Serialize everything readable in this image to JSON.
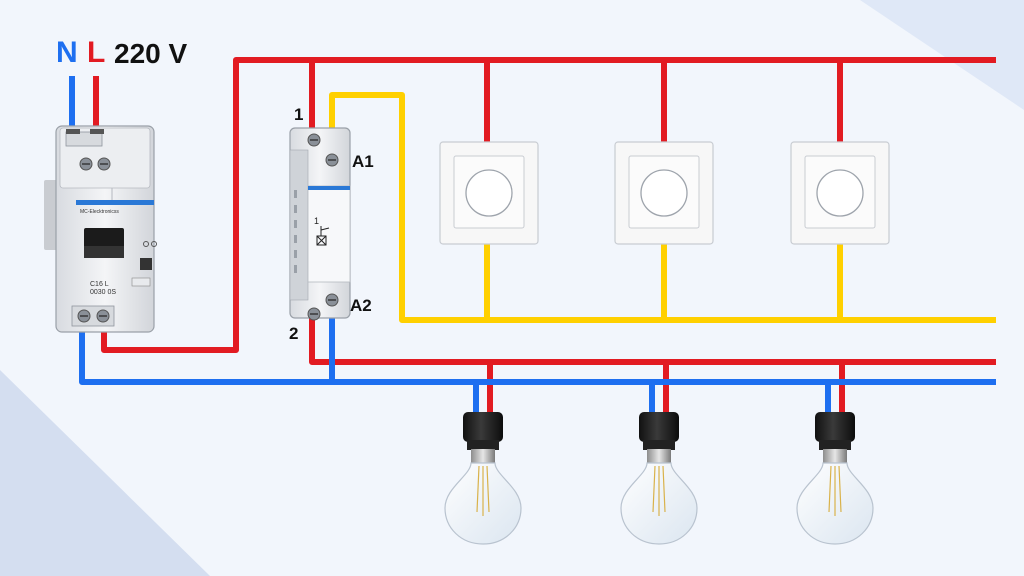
{
  "supply": {
    "neutral_label": "N",
    "line_label": "L",
    "voltage_label": "220 V",
    "neutral_color": "#1e6ff0",
    "line_color": "#e21b22"
  },
  "wires": {
    "control_color": "#ffd000"
  },
  "breaker": {
    "brand_text": "MC-Elecktronicss",
    "rating_text_1": "C16 L",
    "rating_text_2": "0030 0S"
  },
  "relay": {
    "terminal_1": "1",
    "terminal_2": "2",
    "terminal_a1": "A1",
    "terminal_a2": "A2",
    "symbol_label": "1"
  },
  "switches": [
    {
      "name": "switch-1"
    },
    {
      "name": "switch-2"
    },
    {
      "name": "switch-3"
    }
  ],
  "lamps": [
    {
      "name": "lamp-1"
    },
    {
      "name": "lamp-2"
    },
    {
      "name": "lamp-3"
    }
  ]
}
